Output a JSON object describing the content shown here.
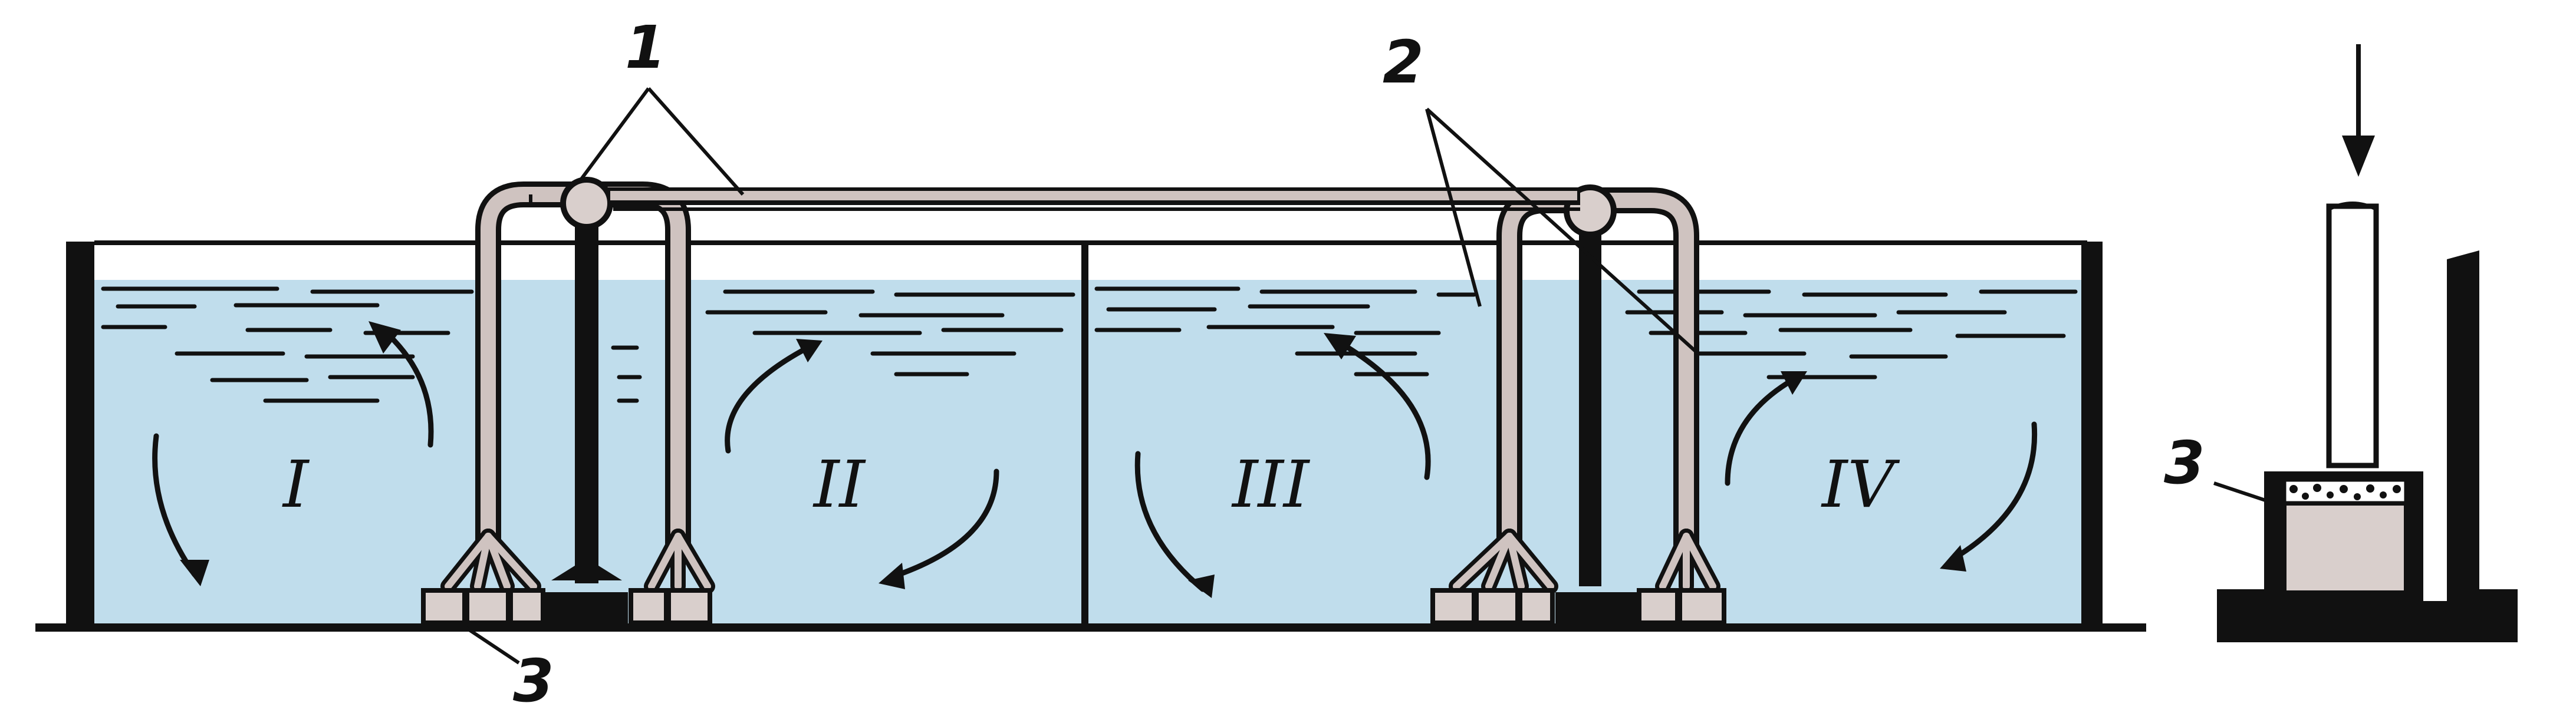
{
  "diagram": {
    "callouts": {
      "header_distributor": "1",
      "air_pipe": "2",
      "diffuser_plate": "3",
      "diffuser_plate_detail": "3"
    },
    "zones": [
      "I",
      "II",
      "III",
      "IV"
    ],
    "colors": {
      "water": "#c0ddec",
      "outline": "#111111",
      "pipe": "#cfc3c0",
      "diffuser": "#d9cfcc",
      "air_space": "#ffffff"
    }
  }
}
